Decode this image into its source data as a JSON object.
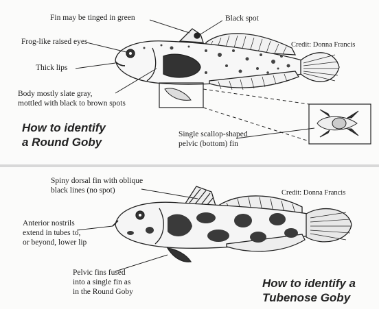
{
  "round_goby": {
    "title_line1": "How to identify",
    "title_line2": "a Round Goby",
    "credit": "Credit: Donna Francis",
    "labels": {
      "fin_green": "Fin may be tinged in green",
      "black_spot": "Black spot",
      "eyes": "Frog-like raised eyes",
      "lips": "Thick lips",
      "body_line1": "Body mostly slate gray,",
      "body_line2": "mottled with black to brown spots",
      "pelvic_line1": "Single scallop-shaped",
      "pelvic_line2": "pelvic (bottom) fin"
    }
  },
  "tubenose_goby": {
    "title_line1": "How to identify a",
    "title_line2": "Tubenose Goby",
    "credit": "Credit: Donna Francis",
    "labels": {
      "dorsal_line1": "Spiny dorsal fin with oblique",
      "dorsal_line2": "black lines (no spot)",
      "nostrils_line1": "Anterior nostrils",
      "nostrils_line2": "extend in tubes to,",
      "nostrils_line3": "or beyond, lower lip",
      "pelvic_line1": "Pelvic fins fused",
      "pelvic_line2": "into a single fin as",
      "pelvic_line3": "in the Round Goby"
    }
  }
}
